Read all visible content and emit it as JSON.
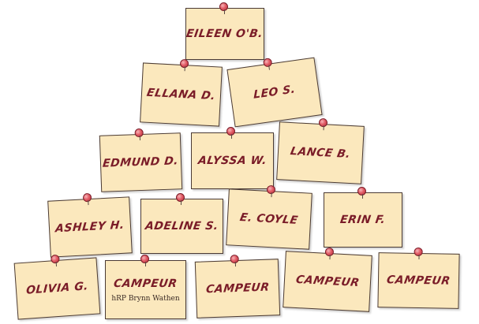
{
  "board": {
    "notes": [
      {
        "name": "EILEEN O'B.",
        "subtext": ""
      },
      {
        "name": "ELLANA D.",
        "subtext": ""
      },
      {
        "name": "LEO S.",
        "subtext": ""
      },
      {
        "name": "EDMUND D.",
        "subtext": ""
      },
      {
        "name": "ALYSSA W.",
        "subtext": ""
      },
      {
        "name": "LANCE B.",
        "subtext": ""
      },
      {
        "name": "ASHLEY H.",
        "subtext": ""
      },
      {
        "name": "ADELINE S.",
        "subtext": ""
      },
      {
        "name": "E. COYLE",
        "subtext": ""
      },
      {
        "name": "ERIN F.",
        "subtext": ""
      },
      {
        "name": "OLIVIA G.",
        "subtext": ""
      },
      {
        "name": "CAMPEUR",
        "subtext": "hRP Brynn Wathen"
      },
      {
        "name": "CAMPEUR",
        "subtext": ""
      },
      {
        "name": "CAMPEUR",
        "subtext": ""
      },
      {
        "name": "CAMPEUR",
        "subtext": ""
      }
    ]
  },
  "colors": {
    "paper": "#fbe8bd",
    "ink": "#7a1c28",
    "pin": "#e25c66",
    "border": "#4a3a34"
  }
}
